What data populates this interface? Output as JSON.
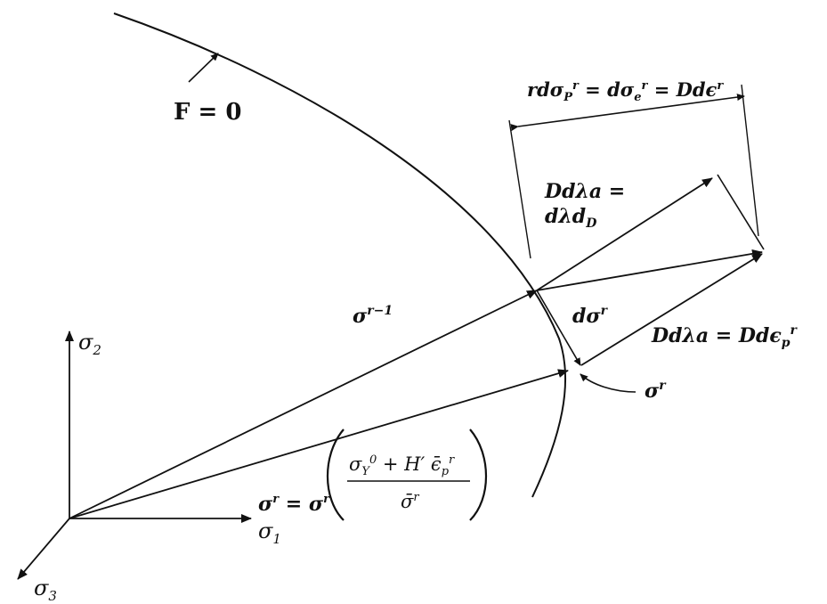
{
  "labels": {
    "yield_surface": "F = 0",
    "axis_sigma_1": "σ",
    "axis_sigma_1_sub": "1",
    "axis_sigma_2": "σ",
    "axis_sigma_2_sub": "2",
    "axis_sigma_3": "σ",
    "axis_sigma_3_sub": "3",
    "sigma_r_minus_1": "σ",
    "sigma_r_minus_1_sup": "r−1",
    "d_sigma_r": "dσ",
    "d_sigma_r_sup": "r",
    "sigma_r": "σ",
    "sigma_r_sup": "r",
    "plastic_corrector": "Ddλa = Ddϵ",
    "plastic_corrector_sub": "p",
    "plastic_corrector_sup": "r",
    "elastic_predictor_line1": "Ddλa =",
    "elastic_predictor_line2": "dλd",
    "elastic_predictor_line2_sub": "D",
    "increment_label": "rdσ",
    "increment_label_sub1": "P",
    "increment_label_sup1": "r",
    "increment_label_mid": " = dσ",
    "increment_label_sub2": "e",
    "increment_label_sup2": "r",
    "increment_label_end": " = Ddϵ",
    "increment_label_sup3": "r",
    "scaling_lhs": "σ",
    "scaling_lhs_sup": "r",
    "scaling_eq": " = σ",
    "scaling_eq_sup": "r",
    "scaling_num_a": "σ",
    "scaling_num_a_sub": "Y",
    "scaling_num_a_sup": "0",
    "scaling_num_b": " + H′ ",
    "scaling_num_c": "ϵ̄",
    "scaling_num_c_sub": "p",
    "scaling_num_c_sup": "r",
    "scaling_den": "σ̄",
    "scaling_den_sup": "r"
  },
  "colors": {
    "ink": "#111111",
    "background": "#ffffff"
  }
}
